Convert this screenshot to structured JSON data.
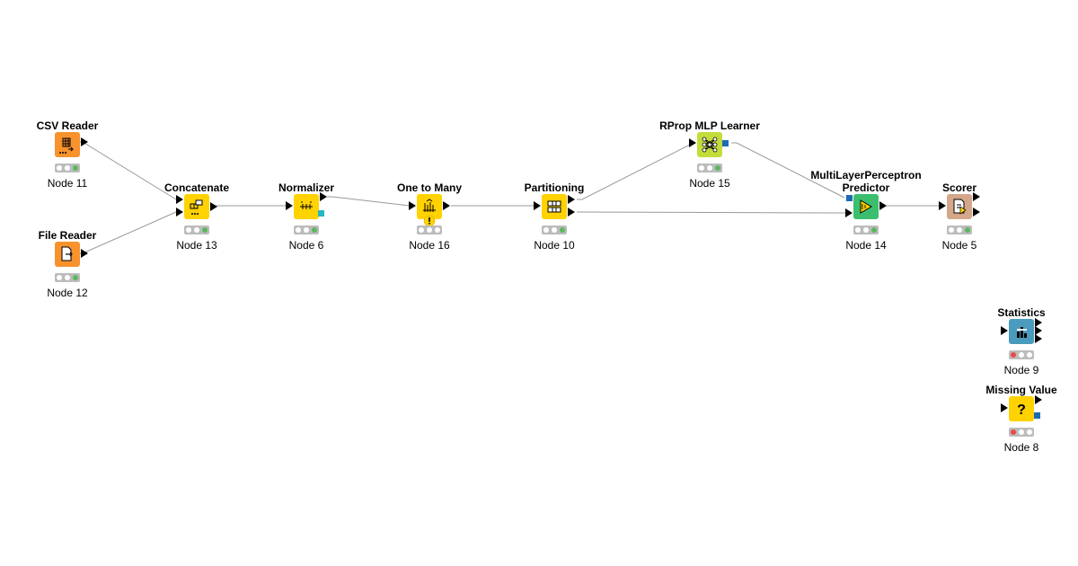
{
  "nodes": {
    "csv_reader": {
      "title": "CSV Reader",
      "label": "Node 11",
      "color": "#f7922d",
      "status": "green"
    },
    "file_reader": {
      "title": "File Reader",
      "label": "Node 12",
      "color": "#f7922d",
      "status": "green"
    },
    "concatenate": {
      "title": "Concatenate",
      "label": "Node 13",
      "color": "#ffd200",
      "status": "green"
    },
    "normalizer": {
      "title": "Normalizer",
      "label": "Node 6",
      "color": "#ffd200",
      "status": "green"
    },
    "one_to_many": {
      "title": "One to Many",
      "label": "Node 16",
      "color": "#ffd200",
      "status": "warning"
    },
    "partitioning": {
      "title": "Partitioning",
      "label": "Node 10",
      "color": "#ffd200",
      "status": "green"
    },
    "rprop": {
      "title": "RProp MLP Learner",
      "label": "Node 15",
      "color": "#c4dc3a",
      "status": "green"
    },
    "mlp_predictor": {
      "title_line1": "MultiLayerPerceptron",
      "title_line2": "Predictor",
      "label": "Node 14",
      "color": "#3bbf6f",
      "status": "green"
    },
    "scorer": {
      "title": "Scorer",
      "label": "Node 5",
      "color": "#d4a78a",
      "status": "green"
    },
    "statistics": {
      "title": "Statistics",
      "label": "Node 9",
      "color": "#4a9bbd",
      "status": "red"
    },
    "missing_value": {
      "title": "Missing Value",
      "label": "Node 8",
      "color": "#ffd200",
      "status": "red"
    }
  },
  "colors": {
    "connection": "#999999",
    "model_port": "#1a6bb3",
    "normalizer_port": "#25b5c5",
    "light_green": "#5cb85c",
    "light_red": "#e84a4a"
  }
}
